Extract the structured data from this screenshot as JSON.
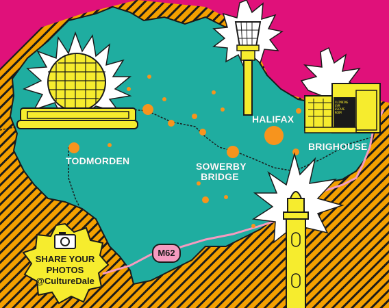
{
  "map": {
    "towns": [
      {
        "key": "todmorden",
        "label": "TODMORDEN"
      },
      {
        "key": "halifax",
        "label": "HALIFAX"
      },
      {
        "key": "brighouse",
        "label": "BRIGHOUSE"
      },
      {
        "key": "sowerby",
        "label_line1": "SOWERBY",
        "label_line2": "BRIDGE"
      }
    ],
    "road_label": "M62",
    "escape_sign": [
      "CLIMBING",
      "GYM",
      "ESCAPE",
      "ROOM"
    ]
  },
  "badge": {
    "line1": "SHARE YOUR",
    "line2": "PHOTOS",
    "line3": "@CultureDale"
  },
  "colors": {
    "background_magenta": "#e0117a",
    "map_teal": "#1fada0",
    "hatch_orange": "#f4a000",
    "landmark_yellow": "#f6ec2e",
    "dot_orange": "#f7941d",
    "outline": "#1a1a1a",
    "road_pink": "#f59bc0"
  }
}
